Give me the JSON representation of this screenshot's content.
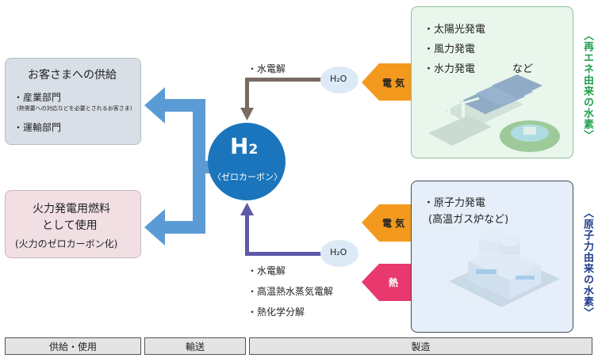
{
  "supply_customers": {
    "title": "お客さまへの供給",
    "item1": "・産業部門",
    "item1_note": "(熱需要への対応などを必要とされるお客さま)",
    "item2": "・運輸部門"
  },
  "thermal_fuel": {
    "line1": "火力発電用燃料",
    "line2": "として使用",
    "line3": "(火力のゼロカーボン化)"
  },
  "hydrogen": {
    "symbol": "H",
    "subscript": "2",
    "label": "〈ゼロカーボン〉"
  },
  "water_labels": {
    "top": "H₂O",
    "bottom": "H₂O"
  },
  "top_process": "・水電解",
  "bottom_processes": [
    "・水電解",
    "・高温熱水蒸気電解",
    "・熱化学分解"
  ],
  "arrows": {
    "electricity_top": "電 気",
    "electricity_bottom": "電 気",
    "heat": "熱"
  },
  "renewable": {
    "items": [
      "・太陽光発電",
      "・風力発電",
      "・水力発電",
      "など"
    ],
    "side_label": "〈再エネ由来の水素〉"
  },
  "nuclear": {
    "items": [
      "・原子力発電",
      "(高温ガス炉など)"
    ],
    "side_label": "〈原子力由来の水素〉"
  },
  "footer": [
    "供給・使用",
    "輸送",
    "製造"
  ],
  "colors": {
    "blue_arrow": "#5b9bd5",
    "hydrogen_circle": "#1a75bc",
    "orange": "#f39a1e",
    "pink": "#e8386d",
    "renewable_bg": "#d7efdd",
    "nuclear_bg": "#d6e4f5",
    "supply_bg": "#d9dfe6",
    "thermal_bg": "#f1dfe3",
    "green_text": "#1e9f4a",
    "navy_text": "#1f3d8a"
  }
}
